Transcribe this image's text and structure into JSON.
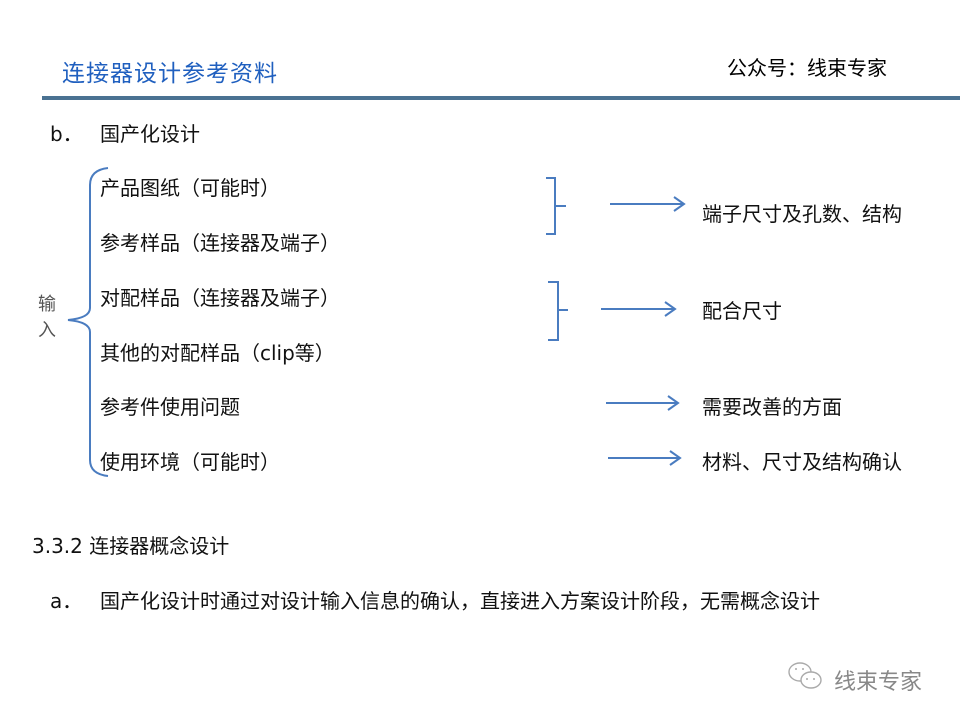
{
  "header": {
    "title": "连接器设计参考资料",
    "account": "公众号：线束专家"
  },
  "section_b": {
    "label": "b．",
    "heading": "国产化设计"
  },
  "input_group": {
    "label_line1": "输",
    "label_line2": "入",
    "items": [
      "产品图纸（可能时）",
      "参考样品（连接器及端子）",
      "对配样品（连接器及端子）",
      "其他的对配样品（clip等）",
      "参考件使用问题",
      "使用环境（可能时）"
    ]
  },
  "outputs": [
    "端子尺寸及孔数、结构",
    "配合尺寸",
    "需要改善的方面",
    "材料、尺寸及结构确认"
  ],
  "section_332": {
    "heading": "3.3.2 连接器概念设计",
    "item_label": "a．",
    "item_text": "国产化设计时通过对设计输入信息的确认，直接进入方案设计阶段，无需概念设计"
  },
  "watermark": {
    "icon": "wechat-icon",
    "text": "线束专家"
  },
  "colors": {
    "title": "#1f5fbf",
    "rule": "#4a7292",
    "arrow": "#4a7cc0"
  }
}
